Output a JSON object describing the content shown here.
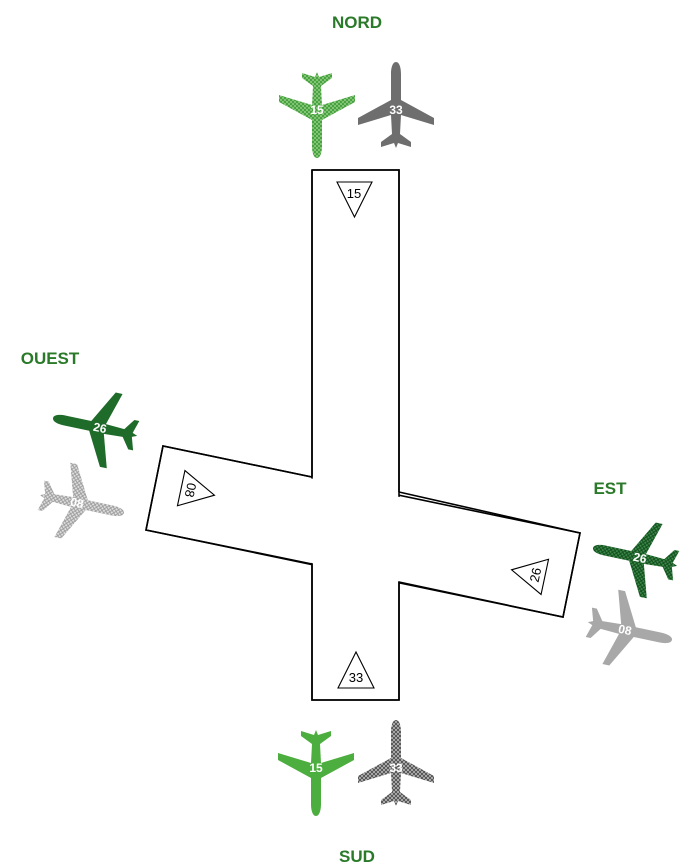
{
  "compass": {
    "north": "NORD",
    "south": "SUD",
    "east": "EST",
    "west": "OUEST"
  },
  "runway_markings": {
    "north_end": "15",
    "south_end": "33",
    "west_end": "08",
    "east_end": "26"
  },
  "aircraft": [
    {
      "id": "north-green",
      "number": "15",
      "color": "#7bc46b",
      "pattern": "textured"
    },
    {
      "id": "north-gray",
      "number": "33",
      "color": "#6e6e6e",
      "pattern": "solid"
    },
    {
      "id": "south-green",
      "number": "15",
      "color": "#4cae3e",
      "pattern": "solid"
    },
    {
      "id": "south-gray",
      "number": "33",
      "color": "#8a8a8a",
      "pattern": "textured"
    },
    {
      "id": "west-green",
      "number": "26",
      "color": "#1f6b2a",
      "pattern": "solid"
    },
    {
      "id": "west-gray",
      "number": "08",
      "color": "#b4b4b4",
      "pattern": "textured"
    },
    {
      "id": "east-green",
      "number": "26",
      "color": "#2d7a3a",
      "pattern": "textured"
    },
    {
      "id": "east-gray",
      "number": "08",
      "color": "#a8a8a8",
      "pattern": "solid"
    }
  ],
  "colors": {
    "label_green": "#2a7a2a",
    "runway_outline": "#000000"
  }
}
